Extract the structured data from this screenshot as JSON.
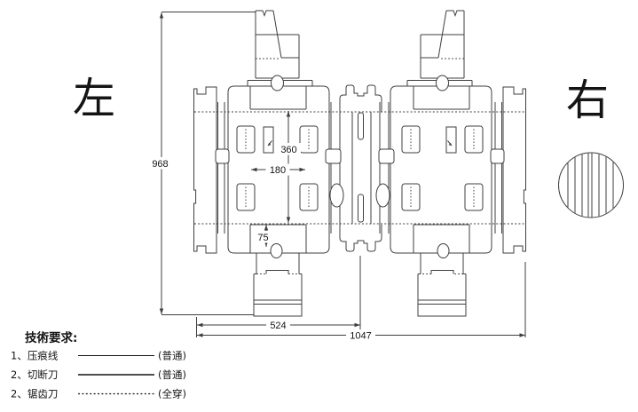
{
  "titles": {
    "left": "左",
    "right": "右"
  },
  "dimensions": {
    "overall_height": "968",
    "panel_height": "360",
    "panel_width": "180",
    "bottom_flap": "75",
    "unit_width": "524",
    "overall_width": "1047"
  },
  "legend": {
    "title": "技術要求:",
    "items": [
      {
        "label": "1、压痕线",
        "note": "(普通)",
        "line_style": "solid-thin"
      },
      {
        "label": "2、切断刀",
        "note": "(普通)",
        "line_style": "solid"
      },
      {
        "label": "2、锯齿刀",
        "note": "(全穿)",
        "line_style": "dotted"
      }
    ]
  },
  "colors": {
    "line": "#3f3f3f",
    "text": "#141414",
    "background": "#ffffff"
  }
}
